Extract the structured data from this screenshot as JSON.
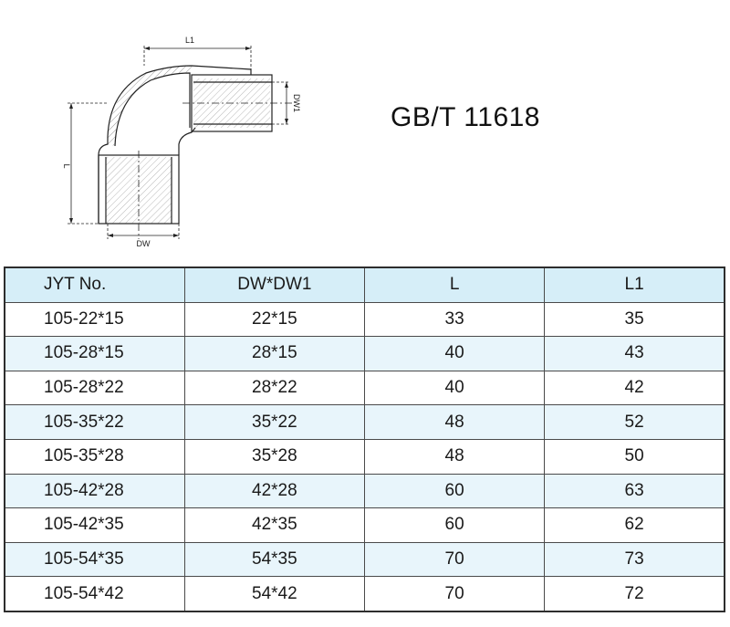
{
  "diagram": {
    "labels": {
      "l1": "L1",
      "l": "L",
      "dw": "DW",
      "dw1": "DW1"
    }
  },
  "standard": "GB/T 11618",
  "table": {
    "headers": [
      "JYT No.",
      "DW*DW1",
      "L",
      "L1"
    ],
    "rows": [
      [
        "105-22*15",
        "22*15",
        "33",
        "35"
      ],
      [
        "105-28*15",
        "28*15",
        "40",
        "43"
      ],
      [
        "105-28*22",
        "28*22",
        "40",
        "42"
      ],
      [
        "105-35*22",
        "35*22",
        "48",
        "52"
      ],
      [
        "105-35*28",
        "35*28",
        "48",
        "50"
      ],
      [
        "105-42*28",
        "42*28",
        "60",
        "63"
      ],
      [
        "105-42*35",
        "42*35",
        "60",
        "62"
      ],
      [
        "105-54*35",
        "54*35",
        "70",
        "73"
      ],
      [
        "105-54*42",
        "54*42",
        "70",
        "72"
      ]
    ]
  },
  "colors": {
    "header_bg": "#d6eef8",
    "stripe_bg": "#e8f5fb",
    "border": "#4a4a4a",
    "line": "#222222"
  }
}
